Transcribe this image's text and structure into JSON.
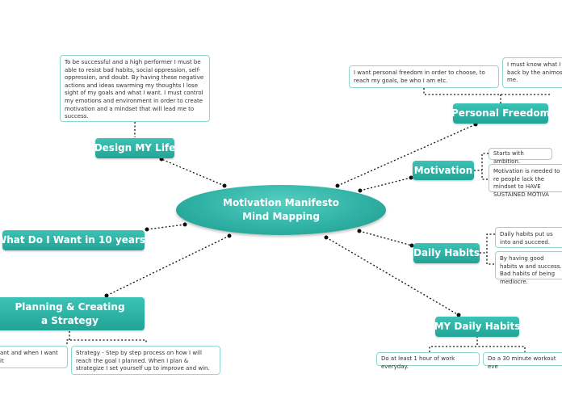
{
  "center": "Motivation Manifesto Mind Mapping",
  "branches": {
    "design": {
      "label": "Design MY Life",
      "notes": [
        "To be successful and a high performer I must be able to resist bad habits, social oppression, self-oppression, and doubt. By having these negative actions and ideas swarming my thoughts I lose sight of my goals and what I want. I must control my emotions and environment in order to create motivation and a mindset that will lead me to success."
      ]
    },
    "ten_years": {
      "label": "What Do I Want in 10 years?"
    },
    "strategy": {
      "label": "Planning & Creating a Strategy",
      "notes": [
        "ant and when I want it",
        "Strategy - Step by step process on how I will reach the goal I planned. When I plan & strategize I set yourself up to improve and win."
      ]
    },
    "freedom": {
      "label": "Personal Freedom",
      "notes": [
        "I want personal freedom in order to choose, to reach my goals, be who I am etc.",
        "I must know what I w back by the animosity me."
      ]
    },
    "motivation": {
      "label": "Motivation",
      "notes": [
        "Starts with ambition.",
        "Motivation is needed to re people lack the mindset to HAVE SUSTAINED MOTIVA"
      ]
    },
    "daily": {
      "label": "Daily Habits",
      "notes": [
        "Daily habits put us into and succeed.",
        "By having good habits w and success. Bad habits of being mediocre."
      ]
    },
    "my_daily": {
      "label": "MY Daily Habits",
      "notes": [
        "Do at least 1 hour of work everyday.",
        "Do a 30 minute workout eve"
      ]
    }
  },
  "colors": {
    "accent": "#2fb2a5",
    "note_border": "#8fd6cd",
    "line": "#111111"
  }
}
